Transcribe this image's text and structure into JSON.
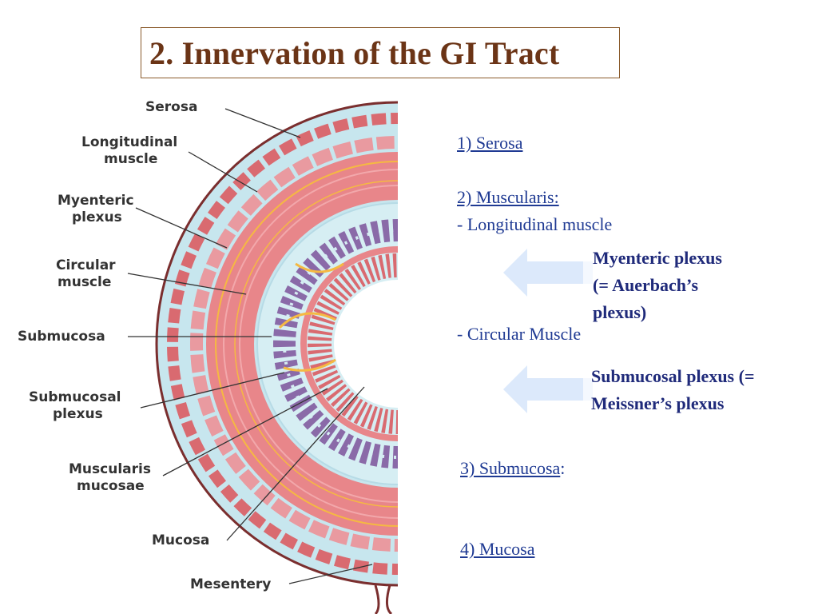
{
  "title": "2. Innervation of the GI Tract",
  "diagram_labels": {
    "serosa": "Serosa",
    "longitudinal_muscle_1": "Longitudinal",
    "longitudinal_muscle_2": "muscle",
    "myenteric_plexus_1": "Myenteric",
    "myenteric_plexus_2": "plexus",
    "circular_muscle_1": "Circular",
    "circular_muscle_2": "muscle",
    "submucosa": "Submucosa",
    "submucosal_plexus_1": "Submucosal",
    "submucosal_plexus_2": "plexus",
    "muscularis_mucosae_1": "Muscularis",
    "muscularis_mucosae_2": "mucosae",
    "mucosa": "Mucosa",
    "mesentery": "Mesentery"
  },
  "notes": {
    "serosa": "1) Serosa",
    "muscularis": "2) Muscularis:",
    "longitudinal": "- Longitudinal muscle",
    "circular": "- Circular Muscle",
    "submucosa": "3) Submucosa",
    "submucosa_colon": ":",
    "mucosa": "4) Mucosa"
  },
  "plexus": {
    "myenteric_1": "Myenteric plexus",
    "myenteric_2": "(= Auerbach’s",
    "myenteric_3": "plexus)",
    "submucosal_1": "Submucosal plexus (=",
    "submucosal_2": "Meissner’s plexus"
  },
  "colors": {
    "title": "#6b3416",
    "note_text": "#1f3a93",
    "plexus_text": "#1f2a7a",
    "muscle": "#e8868a",
    "tissue": "#c7e6ee",
    "nerve": "#f5b942",
    "gland": "#8a6aa8",
    "arrow": "#dce9fb"
  }
}
